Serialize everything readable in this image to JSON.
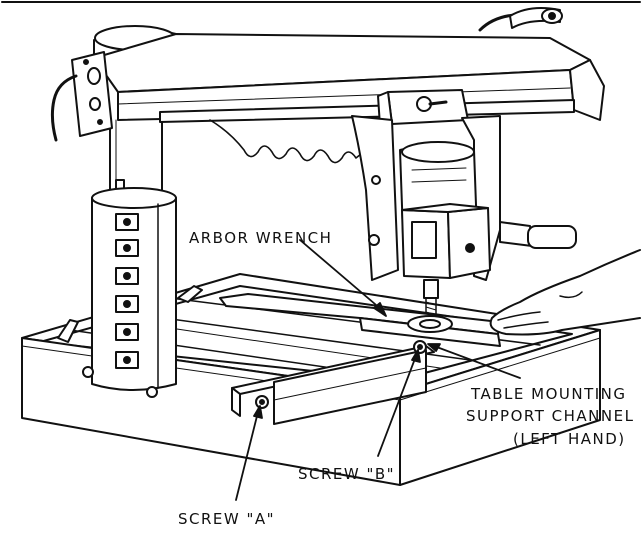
{
  "labels": {
    "arbor_wrench": "ARBOR WRENCH",
    "table_mounting_line1": "TABLE MOUNTING",
    "table_mounting_line2": "SUPPORT CHANNEL",
    "table_mounting_line3": "(LEFT HAND)",
    "screw_b": "SCREW \"B\"",
    "screw_a": "SCREW \"A\""
  }
}
